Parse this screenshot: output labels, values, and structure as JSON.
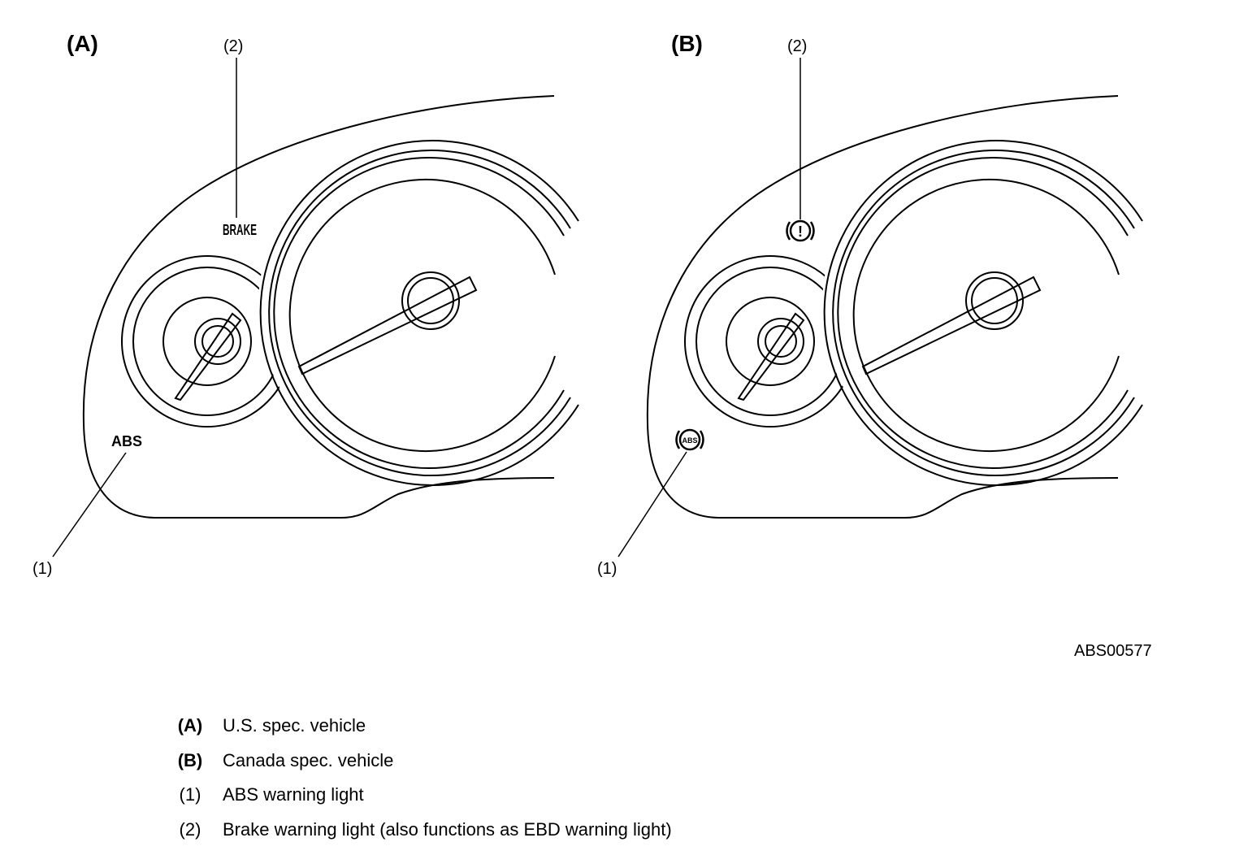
{
  "panels": [
    {
      "id": "A",
      "label": "(A)",
      "callout_1": "(1)",
      "callout_2": "(2)",
      "lamp_1_text": "ABS",
      "lamp_2_text": "BRAKE"
    },
    {
      "id": "B",
      "label": "(B)",
      "callout_1": "(1)",
      "callout_2": "(2)",
      "lamp_1_icon": "abs-warning-icon",
      "lamp_1_icon_text": "ABS",
      "lamp_2_icon": "brake-warning-icon",
      "lamp_2_icon_text": "!"
    }
  ],
  "figure_code": "ABS00577",
  "legend": [
    {
      "key": "(A)",
      "text": "U.S. spec. vehicle"
    },
    {
      "key": "(B)",
      "text": "Canada spec. vehicle"
    },
    {
      "key": "(1)",
      "text": "ABS warning light"
    },
    {
      "key": "(2)",
      "text": "Brake warning light (also functions as EBD warning light)"
    }
  ]
}
